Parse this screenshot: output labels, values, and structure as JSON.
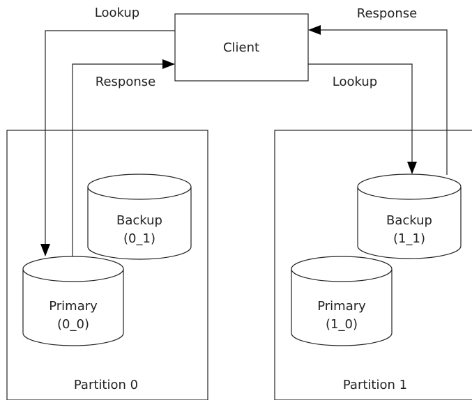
{
  "client": {
    "label": "Client"
  },
  "flows": {
    "lookup_left": "Lookup",
    "response_left": "Response",
    "response_right": "Response",
    "lookup_right": "Lookup"
  },
  "partitions": [
    {
      "label": "Partition 0",
      "backup": {
        "name": "Backup",
        "id": "(0_1)"
      },
      "primary": {
        "name": "Primary",
        "id": "(0_0)"
      }
    },
    {
      "label": "Partition 1",
      "backup": {
        "name": "Backup",
        "id": "(1_1)"
      },
      "primary": {
        "name": "Primary",
        "id": "(1_0)"
      }
    }
  ]
}
